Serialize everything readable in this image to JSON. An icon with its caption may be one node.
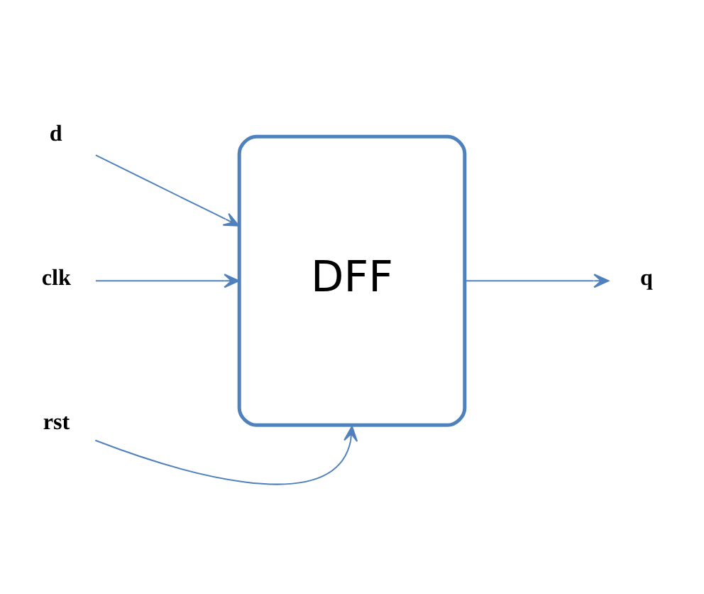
{
  "diagram": {
    "nodes": [
      {
        "text": [
          "d"
        ]
      },
      {
        "text": [
          "clk"
        ]
      },
      {
        "text": [
          "DFF"
        ]
      },
      {
        "text": [
          "q"
        ]
      },
      {
        "text": [
          "rst"
        ]
      }
    ],
    "edges": [
      {
        "from": 0,
        "to": 2,
        "arrow": "to"
      },
      {
        "from": 1,
        "to": 2,
        "arrow": "to"
      },
      {
        "from": 4,
        "to": 2,
        "arrow": "to"
      },
      {
        "from": 2,
        "to": 3,
        "arrow": "to"
      }
    ]
  }
}
